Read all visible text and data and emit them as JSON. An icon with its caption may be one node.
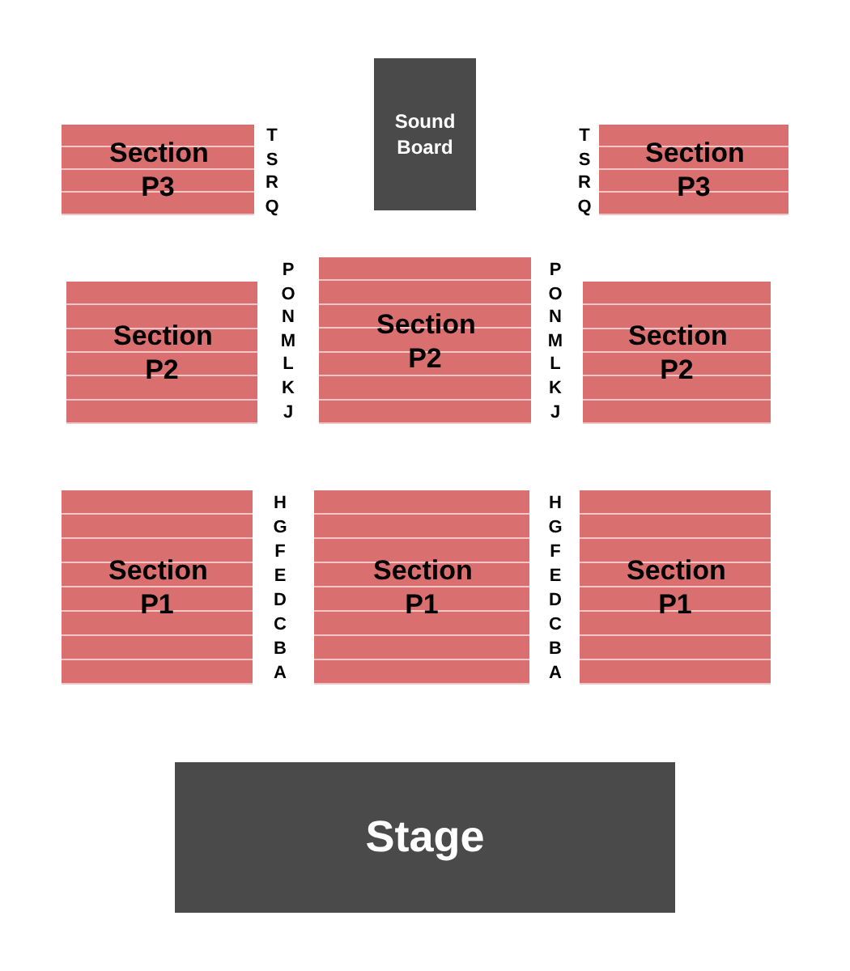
{
  "diagram": {
    "nodes": [
      {
        "text": [
          "Sound Board"
        ]
      },
      {
        "text": [
          "Section P3"
        ]
      },
      {
        "text": [
          "Section P3"
        ]
      },
      {
        "text": [
          "Section P2"
        ]
      },
      {
        "text": [
          "Section P2"
        ]
      },
      {
        "text": [
          "Section P2"
        ]
      },
      {
        "text": [
          "Section P1"
        ]
      },
      {
        "text": [
          "Section P1"
        ]
      },
      {
        "text": [
          "Section P1"
        ]
      },
      {
        "text": [
          "Stage"
        ]
      }
    ],
    "labels": [
      "T",
      "S",
      "R",
      "Q",
      "T",
      "S",
      "R",
      "Q",
      "P",
      "O",
      "N",
      "M",
      "L",
      "K",
      "J",
      "P",
      "O",
      "N",
      "M",
      "L",
      "K",
      "J",
      "H",
      "G",
      "F",
      "E",
      "D",
      "C",
      "B",
      "A",
      "H",
      "G",
      "F",
      "E",
      "D",
      "C",
      "B",
      "A"
    ]
  }
}
